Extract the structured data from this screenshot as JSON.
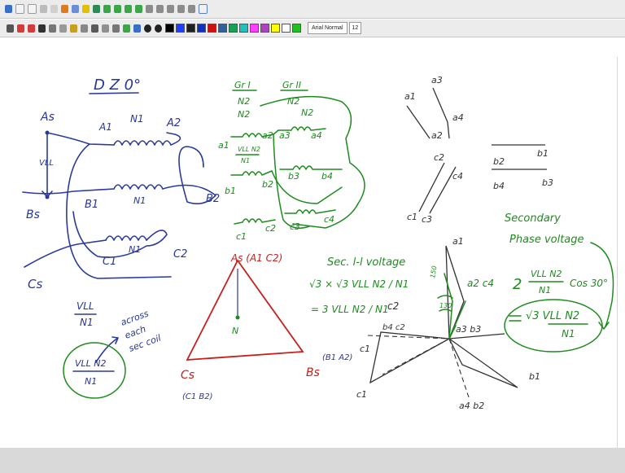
{
  "toolbar": {
    "font_name": "Arial Normal",
    "font_size": "12",
    "colors": [
      "#000000",
      "#1f3fff",
      "#202020",
      "#1030c0",
      "#d01010",
      "#3060a0",
      "#18a058",
      "#20c0c0",
      "#ff40ff",
      "#b040c0",
      "#ffff00",
      "#ffffff",
      "#20c020"
    ]
  },
  "notes": {
    "left": {
      "title": "D Z 0°",
      "As": "As",
      "Bs": "Bs",
      "Cs": "Cs",
      "A1": "A1",
      "A2": "A2",
      "N1_a": "N1",
      "B1": "B1",
      "B2": "B2",
      "N1_b": "N1",
      "C1": "C1",
      "C2": "C2",
      "N1_c": "N1",
      "VLL": "VLL",
      "frac_num": "VLL",
      "frac_den": "N1",
      "across": "across",
      "each": "each",
      "seccoil": "sec coil",
      "circ_num": "VLL N2",
      "circ_den": "N1"
    },
    "middle": {
      "grI": "Gr I",
      "grII": "Gr II",
      "N2_1": "N2",
      "N2_2": "N2",
      "N2_3": "N2",
      "N2_4": "N2",
      "a1": "a1",
      "a2": "a2",
      "a3": "a3",
      "a4": "a4",
      "b1": "b1",
      "b2": "b2",
      "b3": "b3",
      "b4": "b4",
      "c1": "c1",
      "c2": "c2",
      "c3": "c3",
      "c4": "c4",
      "vfrac_num": "VLL N2",
      "vfrac_den": "N1",
      "tri_As": "As (A1 C2)",
      "tri_Bs": "Bs",
      "tri_B_paren": "(B1 A2)",
      "tri_Cs": "Cs",
      "tri_C_paren": "(C1 B2)",
      "tri_N": "N"
    },
    "right": {
      "seq_a1": "a1",
      "seq_a2": "a2",
      "seq_a3": "a3",
      "seq_a4": "a4",
      "seq_c2": "c2",
      "seq_c4": "c4",
      "seq_c1": "c1",
      "seq_c3": "c3",
      "b2": "b2",
      "b1": "b1",
      "b4": "b4",
      "b3": "b3",
      "sec_ll": "Sec. l-l voltage",
      "eq1": "√3 × √3 VLL N2 / N1",
      "eq2": "= 3 VLL N2 / N1",
      "secondary": "Secondary",
      "phase_voltage": "Phase voltage",
      "two": "2",
      "v_num": "VLL N2",
      "v_den": "N1",
      "cos": "Cos 30°",
      "res_num": "√3 VLL N2",
      "res_den": "N1",
      "ph_a1": "a1",
      "ph_a2c4": "a2 c4",
      "ph_a3b3": "a3 b3",
      "ph_b4c2": "b4 c2",
      "ph_c2": "c2",
      "ph_c1": "c1",
      "ph_c1b": "c1",
      "ph_b1": "b1",
      "ph_a4b2": "a4 b2",
      "ph_150": "150",
      "ph_130": "130"
    }
  }
}
